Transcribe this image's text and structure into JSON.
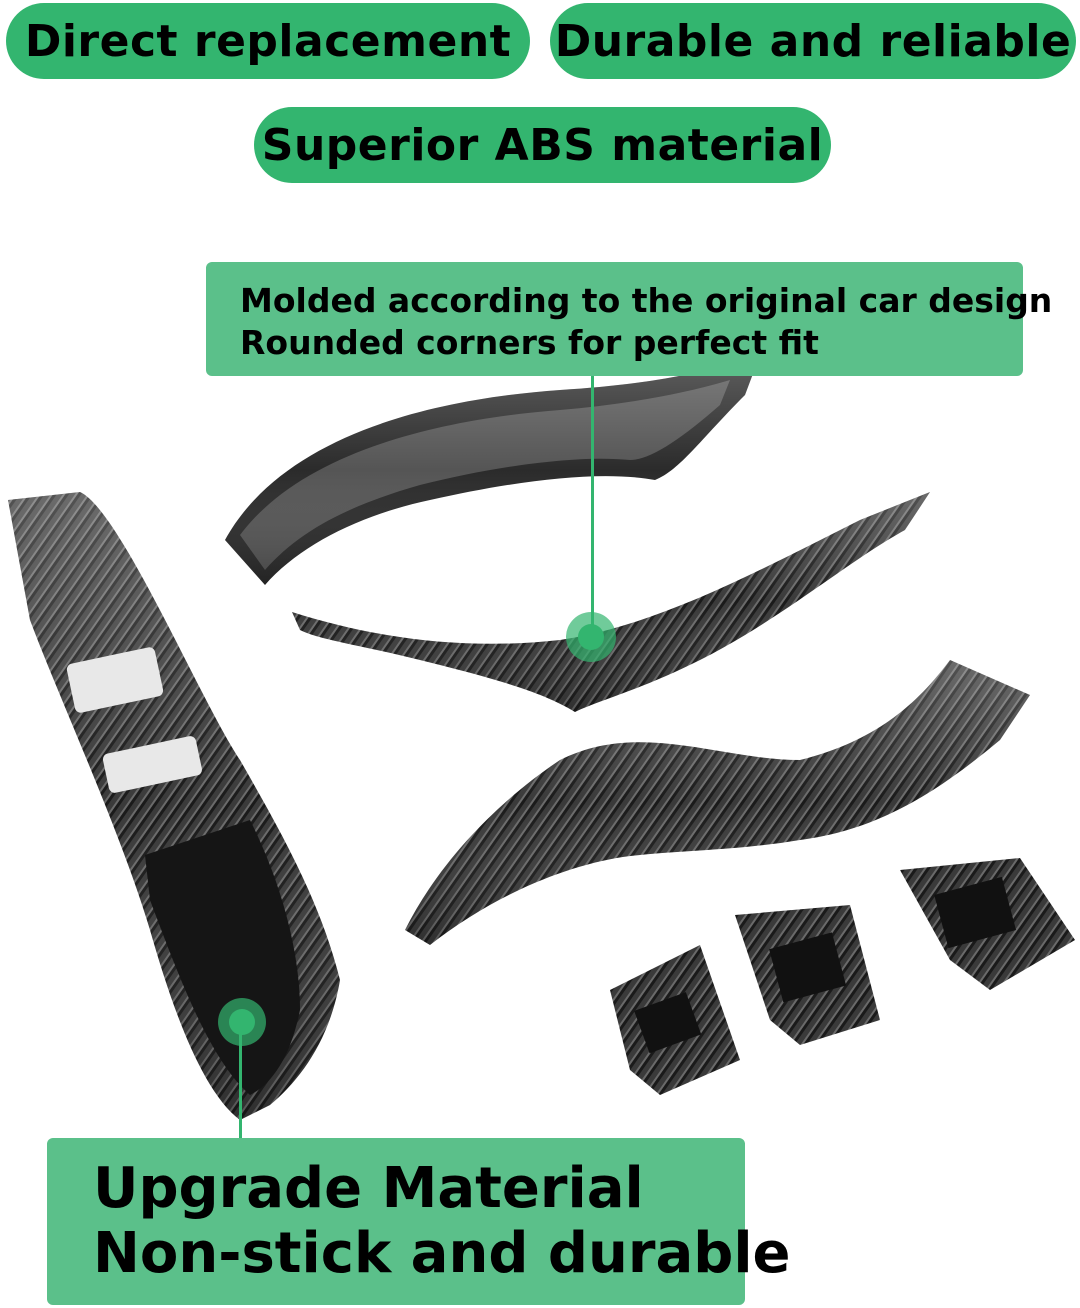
{
  "feature_pills": [
    {
      "label": "Direct replacement"
    },
    {
      "label": "Durable and reliable"
    },
    {
      "label": "Superior ABS material"
    }
  ],
  "callouts": {
    "top": {
      "lines": [
        "Molded according to the original car design",
        "Rounded corners for perfect fit"
      ]
    },
    "bottom": {
      "lines": [
        "Upgrade Material",
        "Non-stick and durable"
      ]
    }
  },
  "product": {
    "pieces": [
      "window-switch-panel",
      "door-handle-inner-cover",
      "door-handle-outer-trim-upper",
      "door-handle-outer-trim-lower",
      "switch-bezel-1",
      "switch-bezel-2",
      "switch-bezel-3"
    ],
    "finish": "carbon fiber pattern"
  },
  "colors": {
    "pill_green": "#33b56f",
    "callout_green": "#5bc08a",
    "text": "#000000",
    "background": "#ffffff"
  }
}
